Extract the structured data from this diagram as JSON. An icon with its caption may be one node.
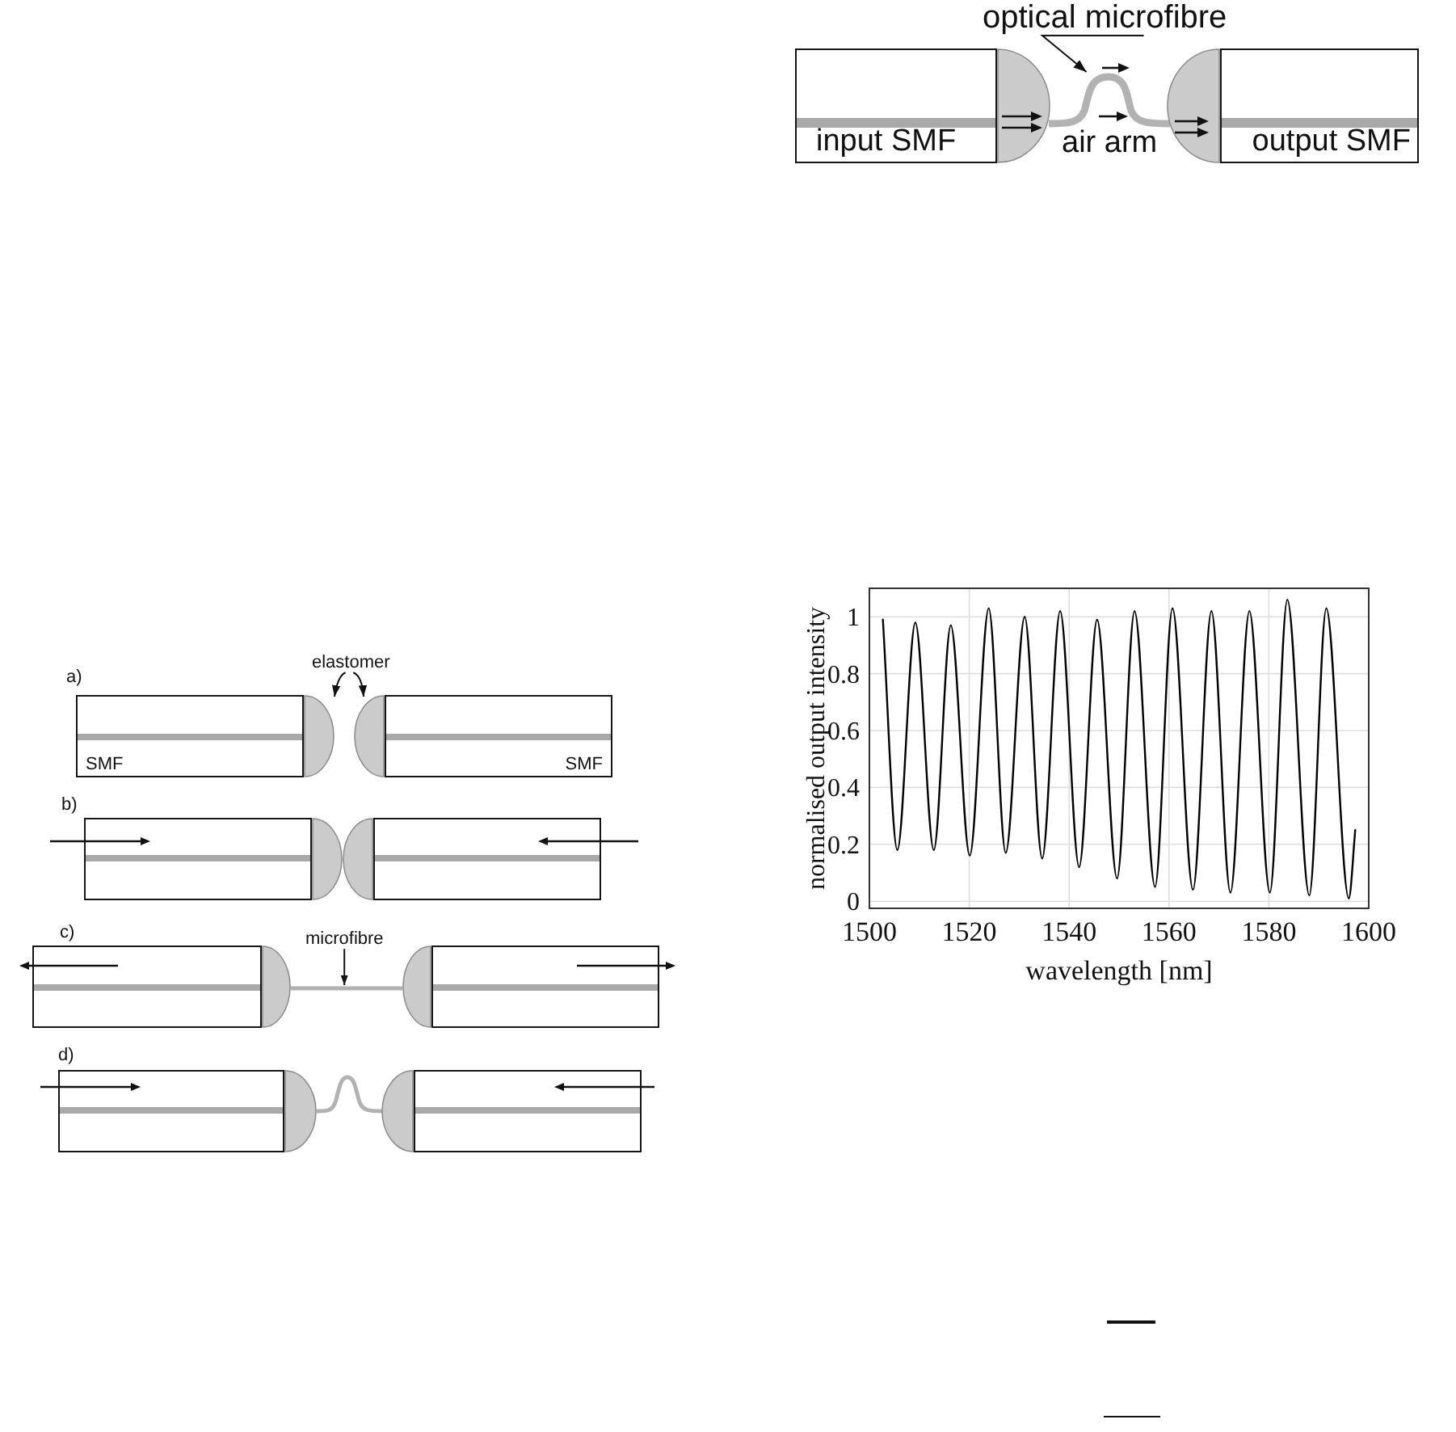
{
  "diagram": {
    "nodes": [
      {
        "text": [
          "optical microfibre"
        ]
      },
      {
        "text": [
          "input SMF"
        ]
      },
      {
        "text": [],
        "shape": "semicircle"
      },
      {
        "text": [],
        "shape": "line"
      },
      {
        "text": [],
        "shape": "semicircle"
      },
      {
        "text": [
          "output SMF"
        ]
      },
      {
        "text": [
          "elastomer"
        ]
      },
      {
        "text": [
          "SMF"
        ]
      },
      {
        "text": [],
        "shape": "semicircle"
      },
      {
        "text": [],
        "shape": "semicircle"
      },
      {
        "text": [
          "SMF"
        ]
      },
      {
        "text": [],
        "shape": "box"
      },
      {
        "text": [],
        "shape": "semicircle"
      },
      {
        "text": [],
        "shape": "semicircle"
      },
      {
        "text": [],
        "shape": "box"
      },
      {
        "text": [
          "microfibre"
        ]
      },
      {
        "text": [],
        "shape": "box"
      },
      {
        "text": [],
        "shape": "semicircle"
      },
      {
        "text": [],
        "shape": "line"
      },
      {
        "text": [],
        "shape": "semicircle"
      },
      {
        "text": [],
        "shape": "box"
      },
      {
        "text": [],
        "shape": "box"
      },
      {
        "text": [],
        "shape": "semicircle"
      },
      {
        "text": [],
        "shape": "line"
      },
      {
        "text": [],
        "shape": "semicircle"
      },
      {
        "text": [],
        "shape": "box"
      }
    ],
    "edges": [
      {
        "from": 0,
        "to": 3,
        "arrow": "to"
      },
      {
        "from": 6,
        "to": 8,
        "arrow": "to"
      },
      {
        "from": 6,
        "to": 9,
        "arrow": "to"
      },
      {
        "from": 15,
        "to": 18,
        "arrow": "to"
      }
    ],
    "labels": [
      "air arm",
      "a)",
      "b)",
      "c)",
      "d)"
    ],
    "chart_data": {
      "type": "line",
      "xlabel": "wavelength [nm]",
      "ylabel": "normalised output intensity",
      "x": [
        1502.7,
        1505.6,
        1509.2,
        1512.9,
        1516.3,
        1520.1,
        1523.9,
        1527.3,
        1531.1,
        1534.6,
        1538.2,
        1542.0,
        1545.6,
        1549.6,
        1553.1,
        1557.2,
        1560.7,
        1564.8,
        1568.5,
        1572.3,
        1576.1,
        1580.2,
        1583.7,
        1588.1,
        1591.5,
        1596.0,
        1597.3
      ],
      "series": [
        {
          "color": "#000000",
          "values": [
            0.99,
            0.18,
            0.98,
            0.18,
            0.97,
            0.16,
            1.03,
            0.17,
            1.0,
            0.15,
            1.02,
            0.12,
            0.99,
            0.08,
            1.02,
            0.05,
            1.03,
            0.04,
            1.02,
            0.03,
            1.02,
            0.03,
            1.06,
            0.02,
            1.03,
            0.01,
            0.25
          ]
        }
      ],
      "xlim": [
        1500,
        1600
      ],
      "ylim": [
        -0.025,
        1.1
      ],
      "xticks": [
        1500,
        1520,
        1540,
        1560,
        1580,
        1600
      ],
      "yticks": [
        0,
        0.2,
        0.4,
        0.6,
        0.8,
        1
      ],
      "grid": true
    }
  }
}
